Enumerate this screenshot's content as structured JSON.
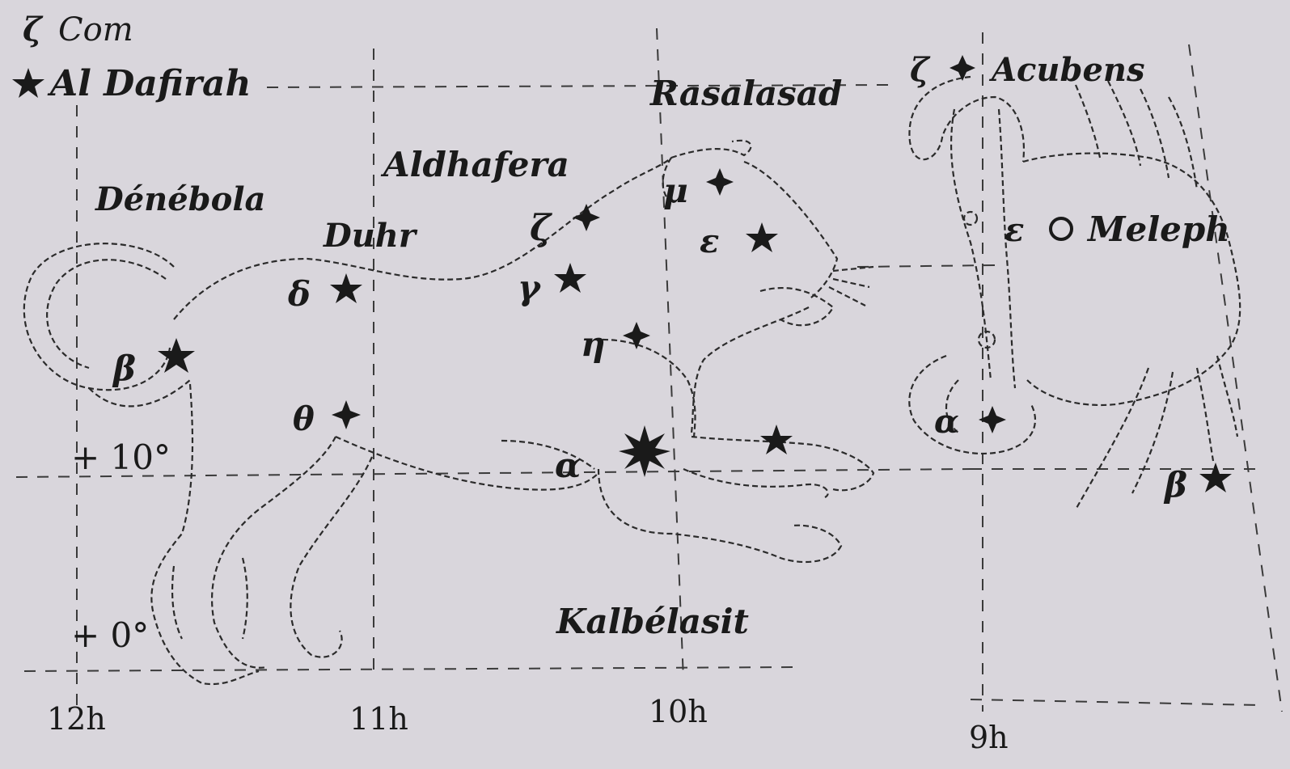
{
  "stars": [
    {
      "id": "zeta-com",
      "greek": "ζ",
      "name": "Com"
    },
    {
      "id": "al-dafirah",
      "name": "Al Dafirah"
    },
    {
      "id": "denebola",
      "name": "Dénébola"
    },
    {
      "id": "duhr",
      "name": "Duhr"
    },
    {
      "id": "aldhafera",
      "name": "Aldhafera"
    },
    {
      "id": "rasalasad",
      "name": "Rasalasad"
    },
    {
      "id": "acubens",
      "name": "Acubens"
    },
    {
      "id": "meleph",
      "name": "Meleph"
    },
    {
      "id": "kalbelasit",
      "name": "Kalbélasit"
    }
  ],
  "greek_letters": {
    "leo_beta": "β",
    "leo_delta": "δ",
    "leo_theta": "θ",
    "leo_zeta": "ζ",
    "leo_gamma": "γ",
    "leo_eta": "η",
    "leo_mu": "μ",
    "leo_epsilon": "ε",
    "leo_alpha": "α",
    "cnc_zeta": "ζ",
    "cnc_epsilon": "ε",
    "cnc_alpha": "α",
    "cnc_beta": "β"
  },
  "declination_labels": [
    "+ 10°",
    "+ 0°"
  ],
  "ra_labels": [
    "12h",
    "11h",
    "10h",
    "9h"
  ],
  "colors": {
    "ink": "#1a1a1a",
    "paper": "#d9d6dc"
  }
}
